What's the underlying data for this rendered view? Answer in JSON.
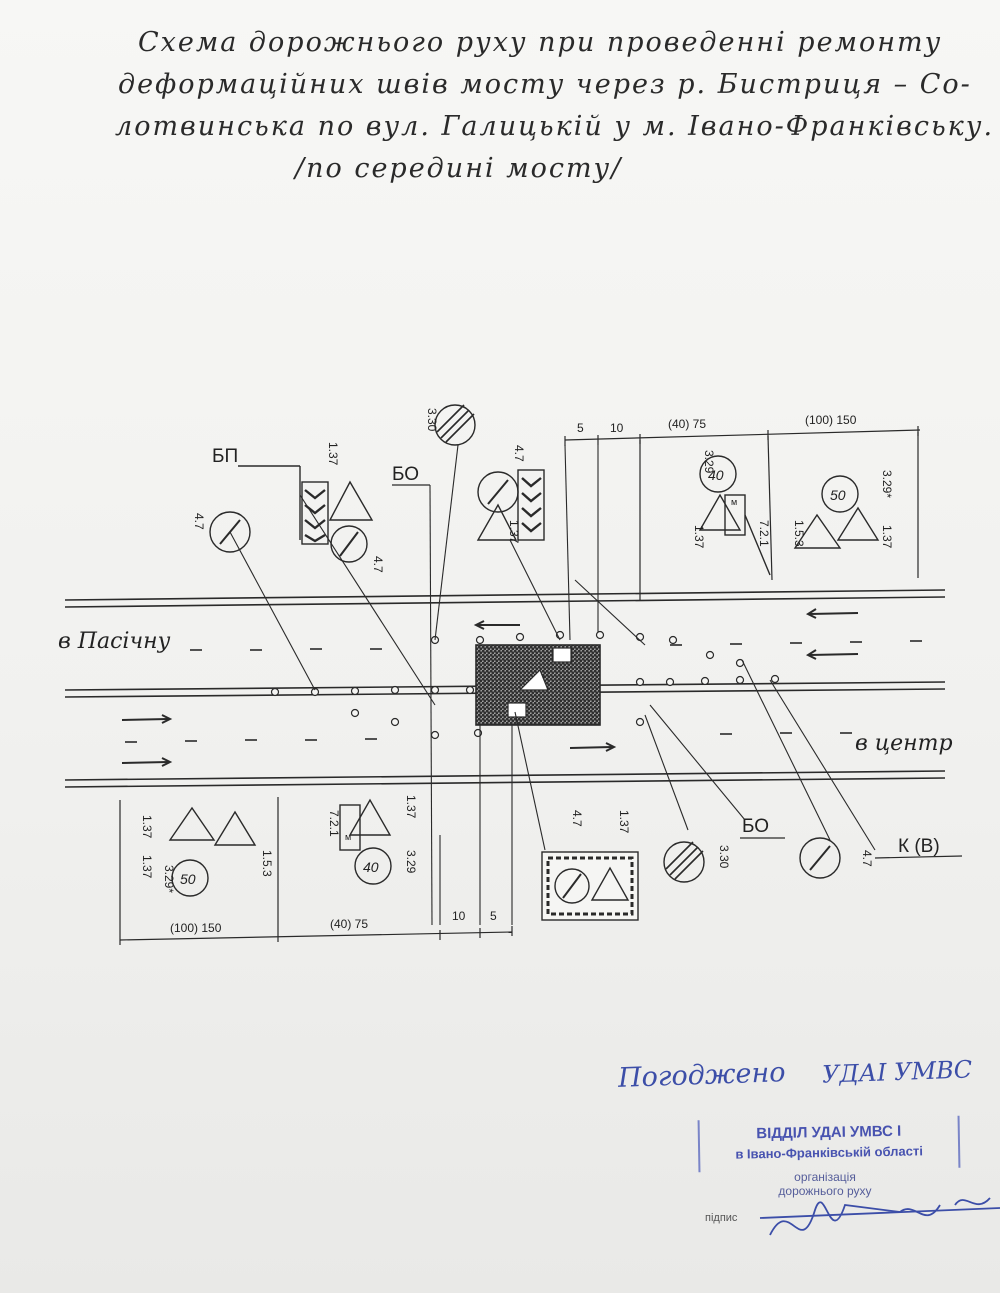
{
  "title": {
    "line1": "Схема дорожнього руху при проведенні ремонту",
    "line2": "деформаційних швів мосту через р. Бистриця – Со-",
    "line3": "лотвинська по вул. Галицькій у м. Івано-Франківську.",
    "line4": "/по середині мосту/"
  },
  "directions": {
    "left": "в Пасічну",
    "right": "в центр"
  },
  "labels": {
    "bp": "БП",
    "bo": "БО",
    "kv": "К (В)"
  },
  "signs": {
    "s137": "1.37",
    "s47": "4.7",
    "s330": "3.30",
    "s329": "3.29",
    "s329s": "3.29*",
    "s153": "1.5.3",
    "s721": "7.2.1",
    "v40": "40",
    "v50": "50",
    "m": "м"
  },
  "dimensions": {
    "d5": "5",
    "d10": "10",
    "d40": "(40) 75",
    "d100": "(100) 150"
  },
  "approval": {
    "handwritten": "Погоджено",
    "handwritten2": "УДАІ УМВС",
    "stamp_line1": "ВІДДІЛ УДАІ УМВС І",
    "stamp_line2": "в Івано-Франківській області",
    "org_line1": "організація",
    "org_line2": "дорожнього руху",
    "signature_label": "підпис"
  },
  "colors": {
    "ink": "#2a2a2a",
    "stamp": "#4853b0",
    "pen": "#3c4ea8"
  }
}
